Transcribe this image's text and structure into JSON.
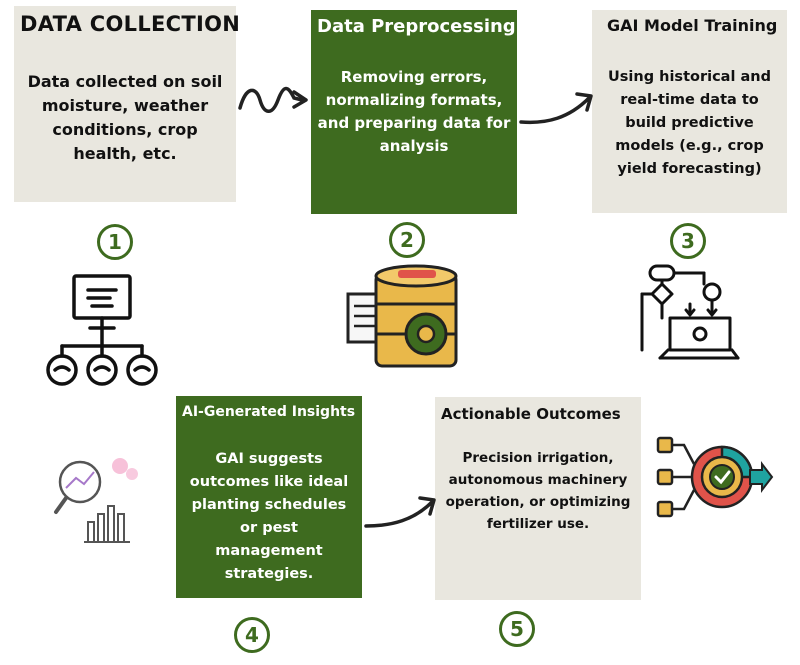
{
  "steps": [
    {
      "number": "1",
      "title": "DATA COLLECTION",
      "text": "Data collected on soil moisture, weather conditions, crop health, etc."
    },
    {
      "number": "2",
      "title": "Data Preprocessing",
      "text": "Removing errors, normalizing formats, and preparing data for analysis"
    },
    {
      "number": "3",
      "title": "GAI Model Training",
      "text": "Using historical and real-time data to build predictive models (e.g., crop yield forecasting)"
    },
    {
      "number": "4",
      "title": "AI-Generated Insights",
      "text": "GAI suggests outcomes like ideal planting schedules or pest management strategies."
    },
    {
      "number": "5",
      "title": "Actionable Outcomes",
      "text": "Precision irrigation, autonomous machinery operation, or optimizing fertilizer use."
    }
  ],
  "colors": {
    "green": "#3e6b1f",
    "beige": "#e9e7df",
    "accent_red": "#e0534a",
    "accent_gold": "#e9b84a",
    "accent_teal": "#1fa3a0"
  }
}
